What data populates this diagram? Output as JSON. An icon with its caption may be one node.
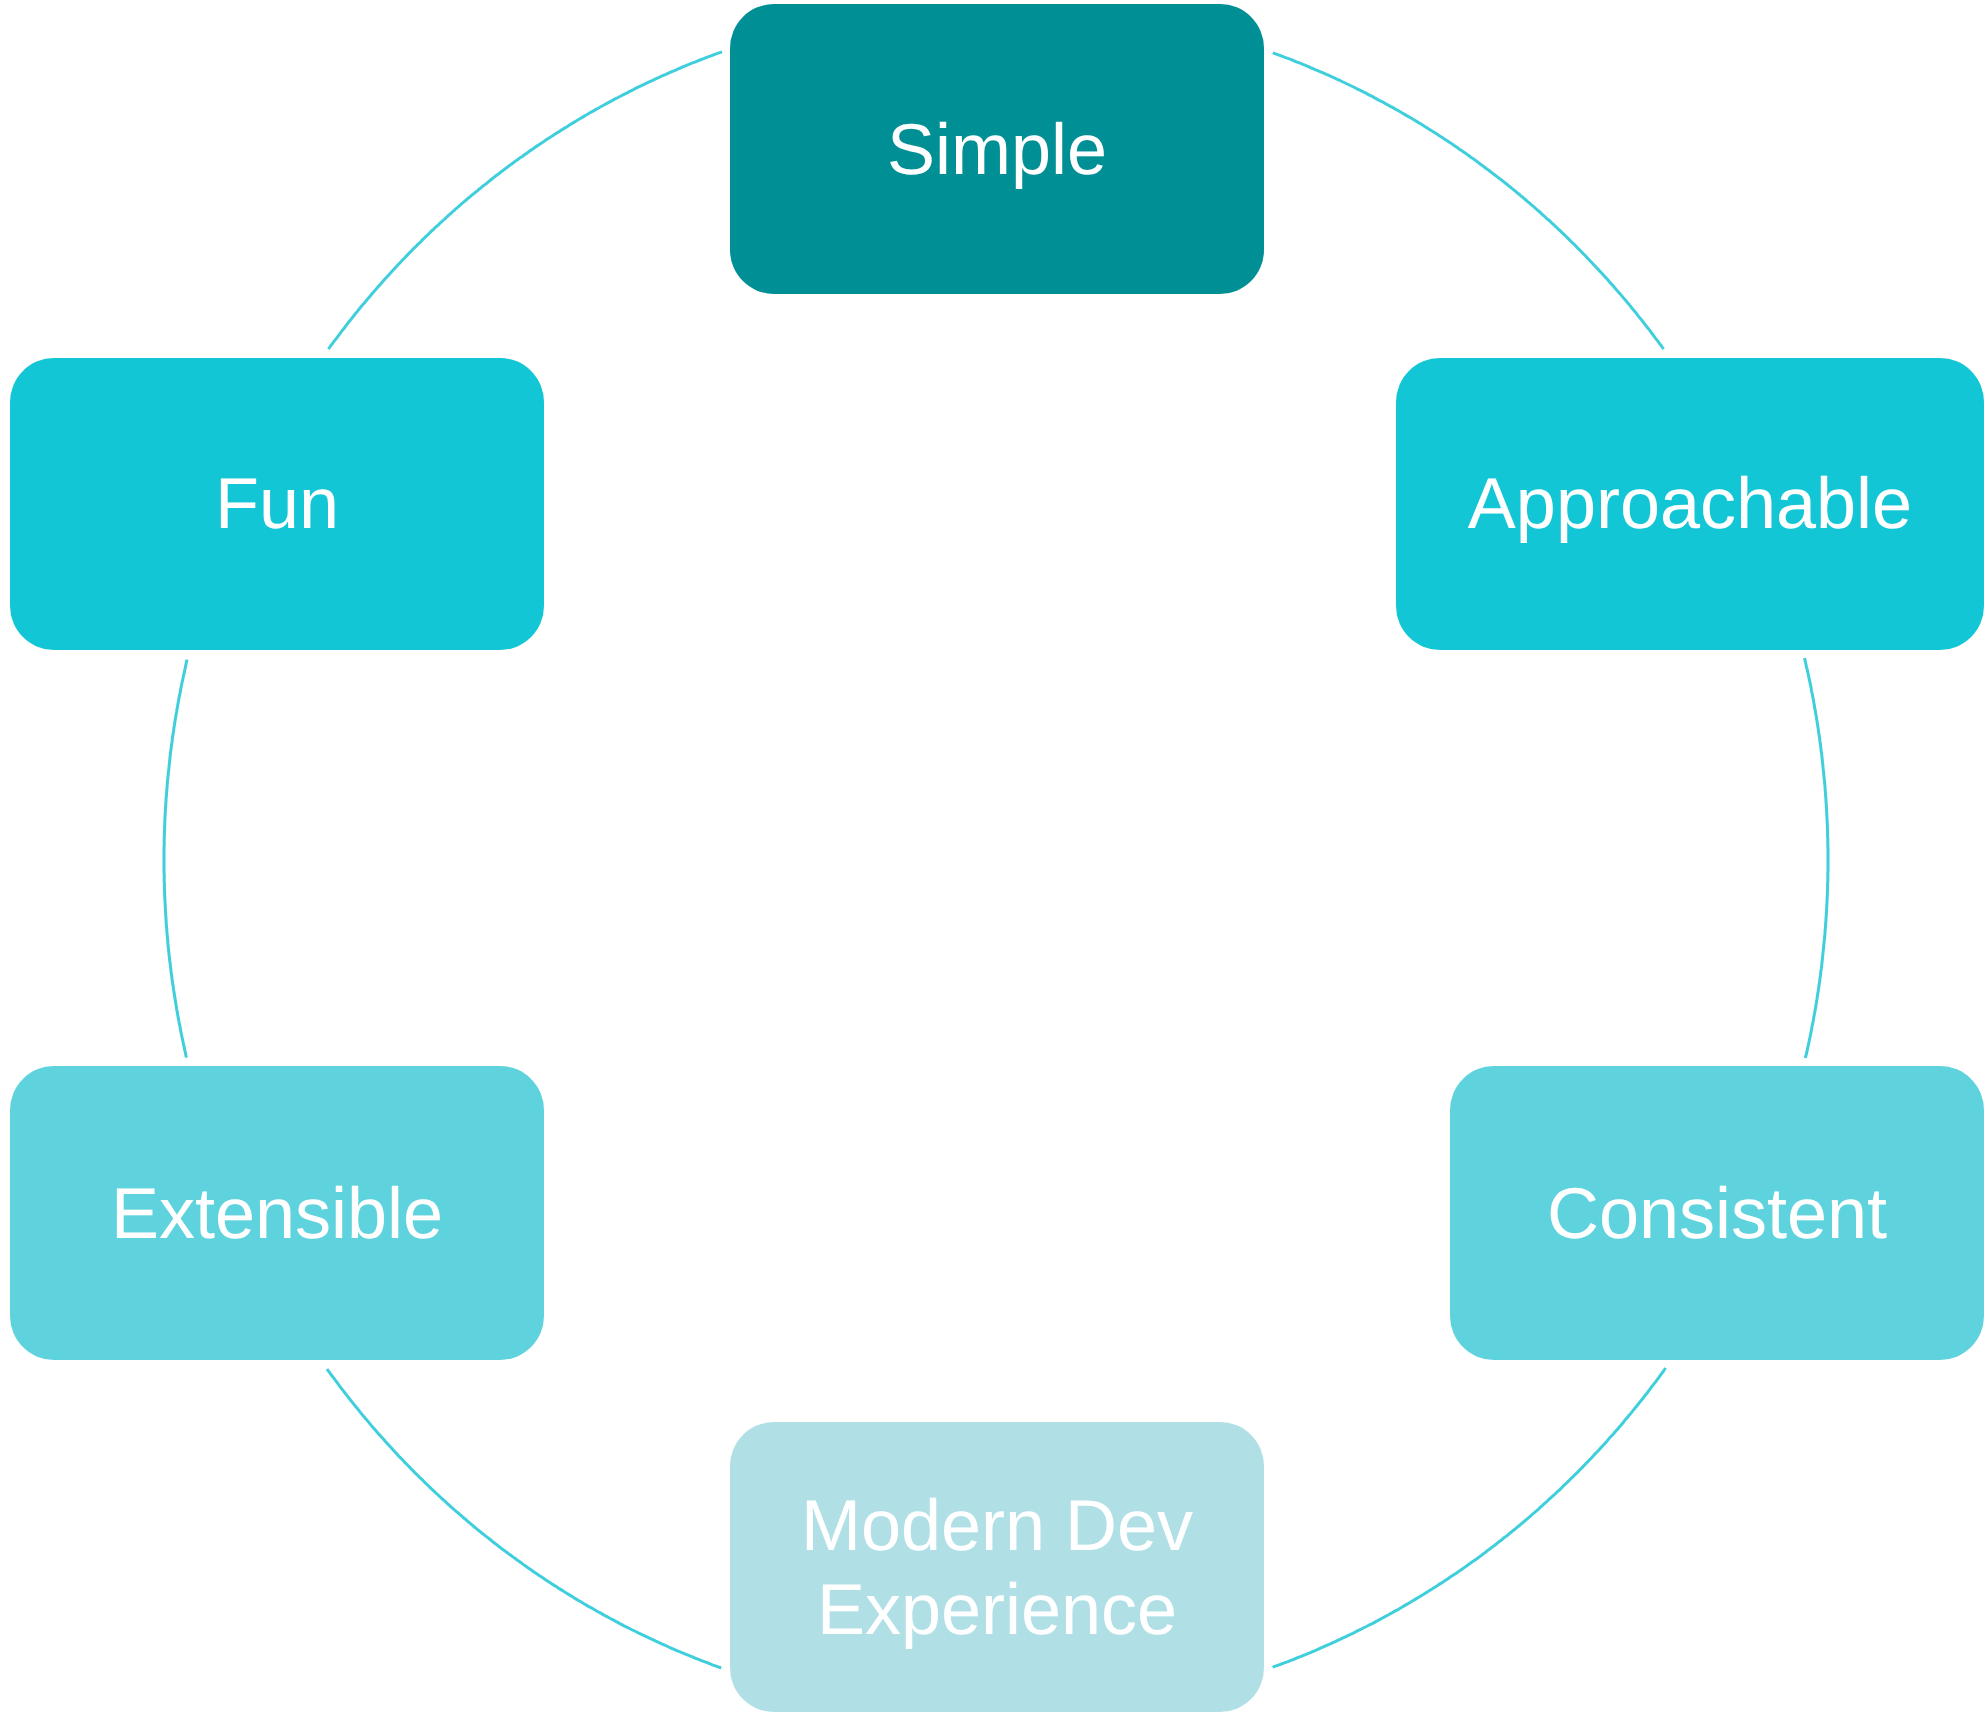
{
  "diagram": {
    "nodes": [
      {
        "text": [
          "Simple"
        ]
      },
      {
        "text": [
          "Approachable"
        ]
      },
      {
        "text": [
          "Consistent"
        ]
      },
      {
        "text": [
          "Modern Dev Experience"
        ]
      },
      {
        "text": [
          "Extensible"
        ]
      },
      {
        "text": [
          "Fun"
        ]
      }
    ],
    "edges": [
      {
        "from": 0,
        "to": 1,
        "arrow": "none"
      },
      {
        "from": 1,
        "to": 2,
        "arrow": "none"
      },
      {
        "from": 2,
        "to": 3,
        "arrow": "none"
      },
      {
        "from": 3,
        "to": 4,
        "arrow": "none"
      },
      {
        "from": 4,
        "to": 5,
        "arrow": "none"
      },
      {
        "from": 5,
        "to": 0,
        "arrow": "none"
      }
    ]
  }
}
